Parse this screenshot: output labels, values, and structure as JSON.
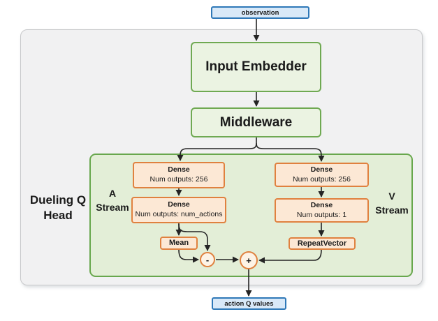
{
  "io": {
    "input_label": "observation",
    "output_label": "action Q values"
  },
  "blocks": {
    "input_embedder": "Input Embedder",
    "middleware": "Middleware"
  },
  "dueling_head": {
    "label": "Dueling Q\nHead",
    "a_stream": {
      "label": "A\nStream",
      "dense_1": {
        "name": "Dense",
        "detail": "Num outputs: 256"
      },
      "dense_2": {
        "name": "Dense",
        "detail": "Num outputs: num_actions"
      },
      "mean": "Mean",
      "minus_op": "-"
    },
    "v_stream": {
      "label": "V\nStream",
      "dense_1": {
        "name": "Dense",
        "detail": "Num outputs: 256"
      },
      "dense_2": {
        "name": "Dense",
        "detail": "Num outputs: 1"
      },
      "repeat_vector": "RepeatVector",
      "plus_op": "+"
    }
  },
  "colors": {
    "io_fill": "#d9e9f8",
    "io_border": "#2e78b8",
    "block_fill": "#ebf3e2",
    "block_border": "#6fa952",
    "head_fill": "#e3eed7",
    "head_border": "#68a74d",
    "layer_fill": "#fce8d5",
    "layer_border": "#e0813f",
    "frame_fill": "#f1f1f2",
    "frame_border": "#c7c8ca",
    "arrow": "#242424"
  }
}
